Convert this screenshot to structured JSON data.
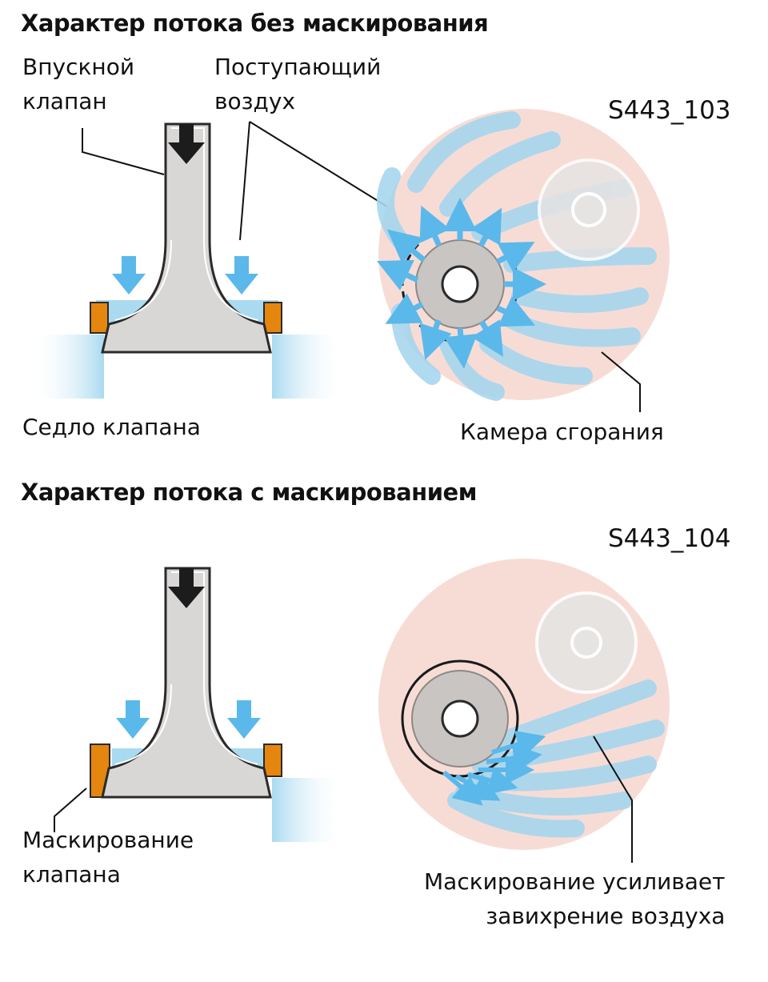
{
  "top": {
    "title": "Характер потока без маскирования",
    "intake_valve_label": "Впускной\nклапан",
    "incoming_air_label": "Поступающий\nвоздух",
    "code": "S443_103",
    "valve_seat_label": "Седло клапана",
    "combustion_chamber_label": "Камера сгорания"
  },
  "bottom": {
    "title": "Характер потока с маскированием",
    "code": "S443_104",
    "valve_masking_label": "Маскирование\nклапана",
    "swirl_label": "Маскирование усиливает\nзавихрение воздуха"
  },
  "colors": {
    "chamber_fill": "#f7dcd6",
    "air_flow": "#9fd3ec",
    "arrow_blue": "#5bb8ea",
    "valve_fill": "#d9d7d6",
    "seat_orange": "#e5860f",
    "outline": "#2a2a2a"
  }
}
